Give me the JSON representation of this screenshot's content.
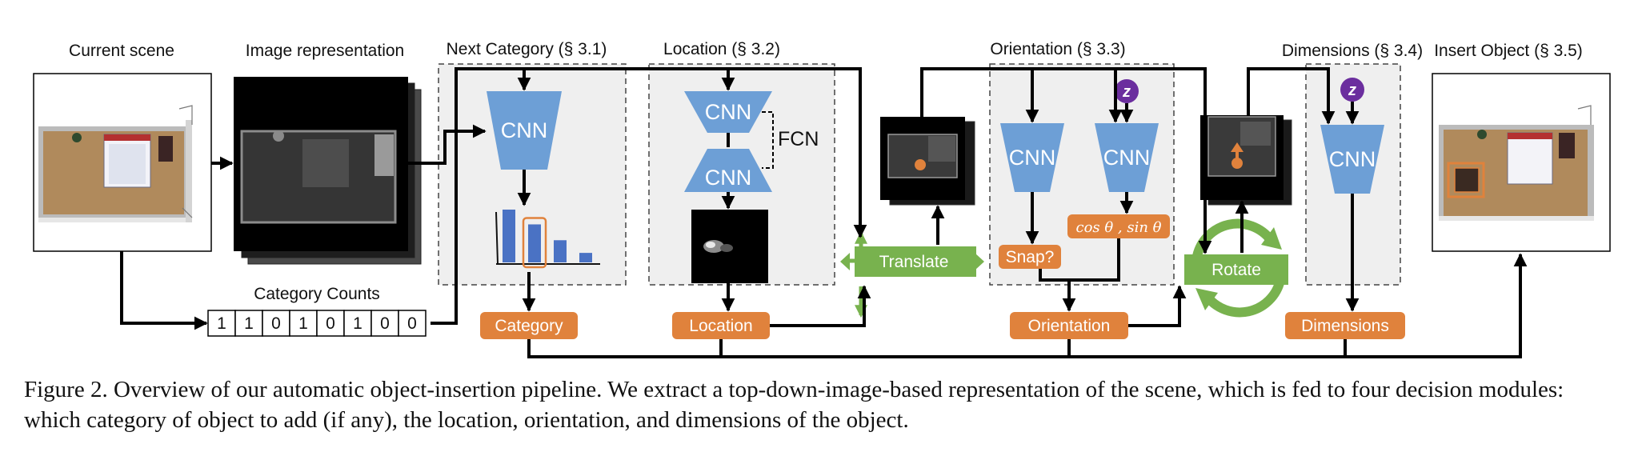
{
  "panels": {
    "current_scene": "Current scene",
    "image_representation": "Image representation",
    "next_category": "Next Category (§ 3.1)",
    "location": "Location (§ 3.2)",
    "orientation": "Orientation (§ 3.3)",
    "dimensions": "Dimensions (§ 3.4)",
    "insert_object": "Insert Object (§ 3.5)"
  },
  "modules": {
    "cnn": "CNN",
    "fcn": "FCN",
    "z": "z"
  },
  "category_counts": {
    "label": "Category Counts",
    "values": [
      "1",
      "1",
      "0",
      "1",
      "0",
      "1",
      "0",
      "0"
    ]
  },
  "operations": {
    "translate": "Translate",
    "rotate": "Rotate",
    "snap": "Snap?",
    "trig": "cos θ , sin θ"
  },
  "outputs": {
    "category": "Category",
    "location": "Location",
    "orientation": "Orientation",
    "dimensions": "Dimensions"
  },
  "histogram": {
    "values": [
      1.0,
      0.72,
      0.42,
      0.18
    ],
    "selected_index": 1
  },
  "colors": {
    "cnn_fill": "#6d9fd6",
    "output_orange": "#e0823c",
    "op_green": "#78b24e",
    "z_purple": "#6b2e9e",
    "panel_gray": "#efefef"
  },
  "caption": "Figure 2. Overview of our automatic object-insertion pipeline. We extract a top-down-image-based representation of the scene, which is fed to four decision modules: which category of object to add (if any), the location, orientation, and dimensions of the object."
}
